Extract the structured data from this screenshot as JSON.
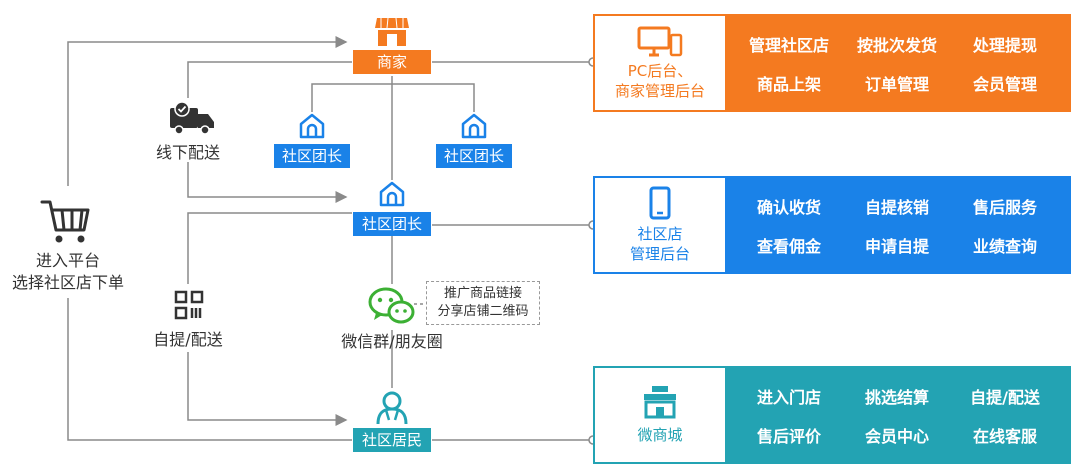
{
  "colors": {
    "orange": "#f47a20",
    "blue": "#1a82e8",
    "teal": "#23a3b3",
    "line": "#8a8a8a"
  },
  "nodes": {
    "merchant": "商家",
    "leader_left": "社区团长",
    "leader_right": "社区团长",
    "leader_main": "社区团长",
    "wechat": "微信群/朋友圈",
    "resident": "社区居民"
  },
  "left": {
    "entry_line1": "进入平台",
    "entry_line2": "选择社区店下单",
    "offline_delivery": "线下配送",
    "pickup_delivery": "自提/配送"
  },
  "promo": {
    "line1": "推广商品链接",
    "line2": "分享店铺二维码"
  },
  "panels": {
    "merchant": {
      "title_line1": "PC后台、",
      "title_line2": "商家管理后台",
      "icon": "desktop-mobile-icon",
      "items": [
        "管理社区店",
        "按批次发货",
        "处理提现",
        "商品上架",
        "订单管理",
        "会员管理"
      ]
    },
    "leader": {
      "title_line1": "社区店",
      "title_line2": "管理后台",
      "icon": "smartphone-icon",
      "items": [
        "确认收货",
        "自提核销",
        "售后服务",
        "查看佣金",
        "申请自提",
        "业绩查询"
      ]
    },
    "resident": {
      "title_line1": "微商城",
      "title_line2": "",
      "icon": "storefront-icon",
      "items": [
        "进入门店",
        "挑选结算",
        "自提/配送",
        "售后评价",
        "会员中心",
        "在线客服"
      ]
    }
  }
}
